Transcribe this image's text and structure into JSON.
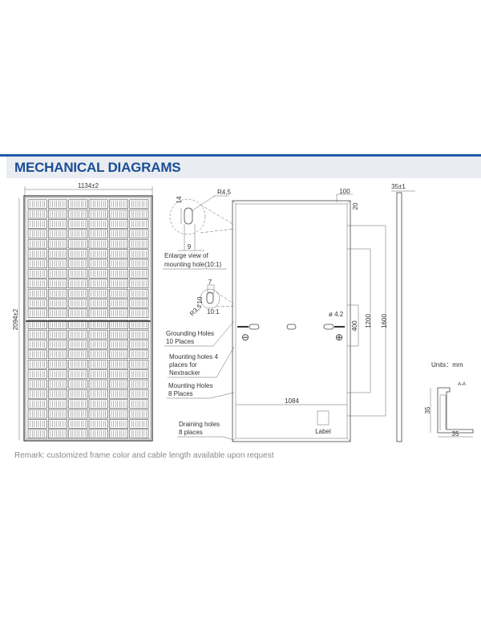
{
  "header": {
    "title": "MECHANICAL DIAGRAMS",
    "accent_color": "#1a4d96"
  },
  "front_view": {
    "width_dim": "1134±2",
    "height_dim": "2094±2",
    "columns": 6,
    "rows": 24
  },
  "detail_mounting": {
    "radius": "R4,5",
    "height": "14",
    "width": "9",
    "caption_line1": "Enlarge view of",
    "caption_line2": "mounting hole(10:1)"
  },
  "detail_grounding": {
    "width": "7",
    "height": "10",
    "radius": "R3,5",
    "scale": "10:1"
  },
  "back_view": {
    "dim_top": "100",
    "dim_corner": "20",
    "dim_hole": "ø 4.2",
    "dim_400": "400",
    "dim_1200": "1200",
    "dim_1600": "1600",
    "dim_1084": "1084",
    "label": "Label",
    "minus": "⊖",
    "plus": "⊕",
    "annotations": [
      {
        "line1": "Grounding Holes",
        "line2": "10 Places"
      },
      {
        "line1": "Mounting holes 4",
        "line2": "places for",
        "line3": "Nextracker"
      },
      {
        "line1": "Mounting Holes",
        "line2": "8 Places"
      },
      {
        "line1": "Draining holes",
        "line2": "8 places"
      }
    ]
  },
  "side_view": {
    "thickness": "35±1"
  },
  "profile": {
    "units": "Units：mm",
    "section": "A-A",
    "height": "35",
    "width": "35"
  },
  "remark": "Remark: customized frame color and cable length available upon request"
}
